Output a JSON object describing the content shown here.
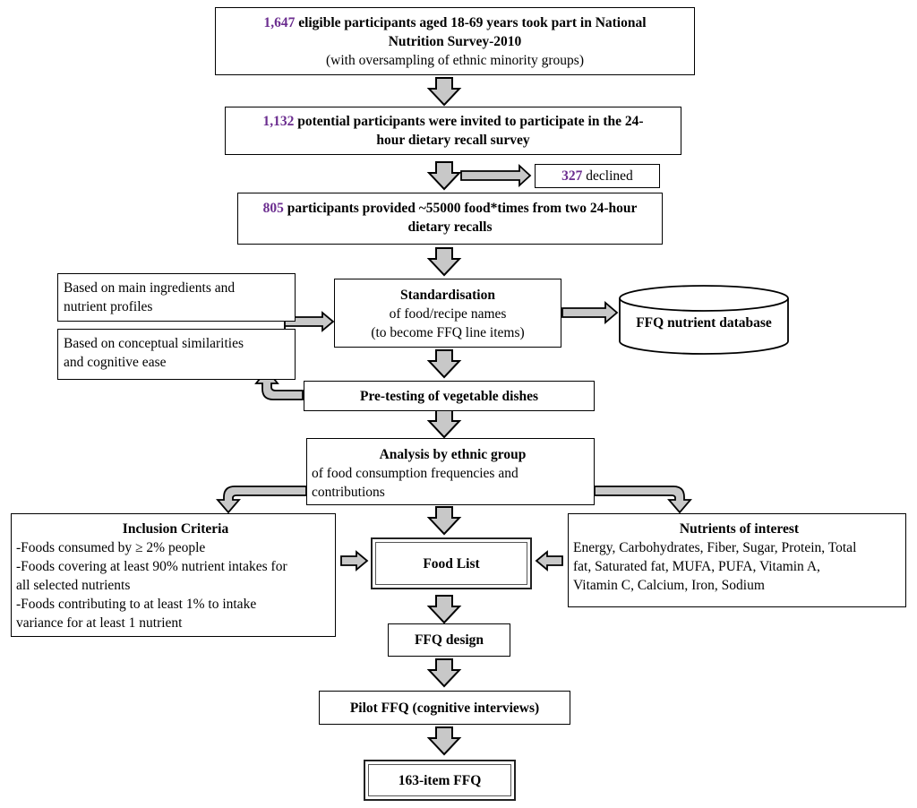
{
  "box1": {
    "num": "1,647",
    "line1": "eligible participants aged 18-69 years took part in National",
    "line2": "Nutrition Survey-2010",
    "line3": "(with oversampling of ethnic minority groups)"
  },
  "box2": {
    "num": "1,132",
    "line1": "potential participants were invited to participate in the 24-",
    "line2": "hour dietary recall survey"
  },
  "declined": {
    "num": "327",
    "text": "declined"
  },
  "box3": {
    "num": "805",
    "line1": "participants provided ~55000 food*times from two 24-hour",
    "line2": "dietary recalls"
  },
  "side1": {
    "line1": "Based on main ingredients and",
    "line2": "nutrient profiles"
  },
  "side2": {
    "line1": "Based on conceptual similarities",
    "line2": "and cognitive ease"
  },
  "standard": {
    "title": "Standardisation",
    "line1": "of food/recipe names",
    "line2": "(to become FFQ line items)"
  },
  "database": {
    "label": "FFQ nutrient database"
  },
  "pretest": {
    "label": "Pre-testing of vegetable dishes"
  },
  "analysis": {
    "title": "Analysis by ethnic group",
    "line1": "of food consumption frequencies and",
    "line2": "contributions"
  },
  "inclusion": {
    "title": "Inclusion Criteria",
    "l1": "-Foods consumed by ≥ 2% people",
    "l2": "-Foods covering at least 90% nutrient intakes for",
    "l3": "all selected nutrients",
    "l4": "-Foods contributing to at least 1% to intake",
    "l5": "variance for at least 1 nutrient"
  },
  "nutrients": {
    "title": "Nutrients of interest",
    "l1": "Energy, Carbohydrates, Fiber, Sugar, Protein, Total",
    "l2": "fat, Saturated fat, MUFA, PUFA, Vitamin A,",
    "l3": "Vitamin C, Calcium, Iron, Sodium"
  },
  "foodlist": {
    "label": "Food List"
  },
  "design": {
    "label": "FFQ design"
  },
  "pilot": {
    "label": "Pilot FFQ (cognitive interviews)"
  },
  "final": {
    "label": "163-item FFQ"
  },
  "colors": {
    "accent_number": "#6b2d8f",
    "arrow_fill": "#c8c8c8"
  }
}
